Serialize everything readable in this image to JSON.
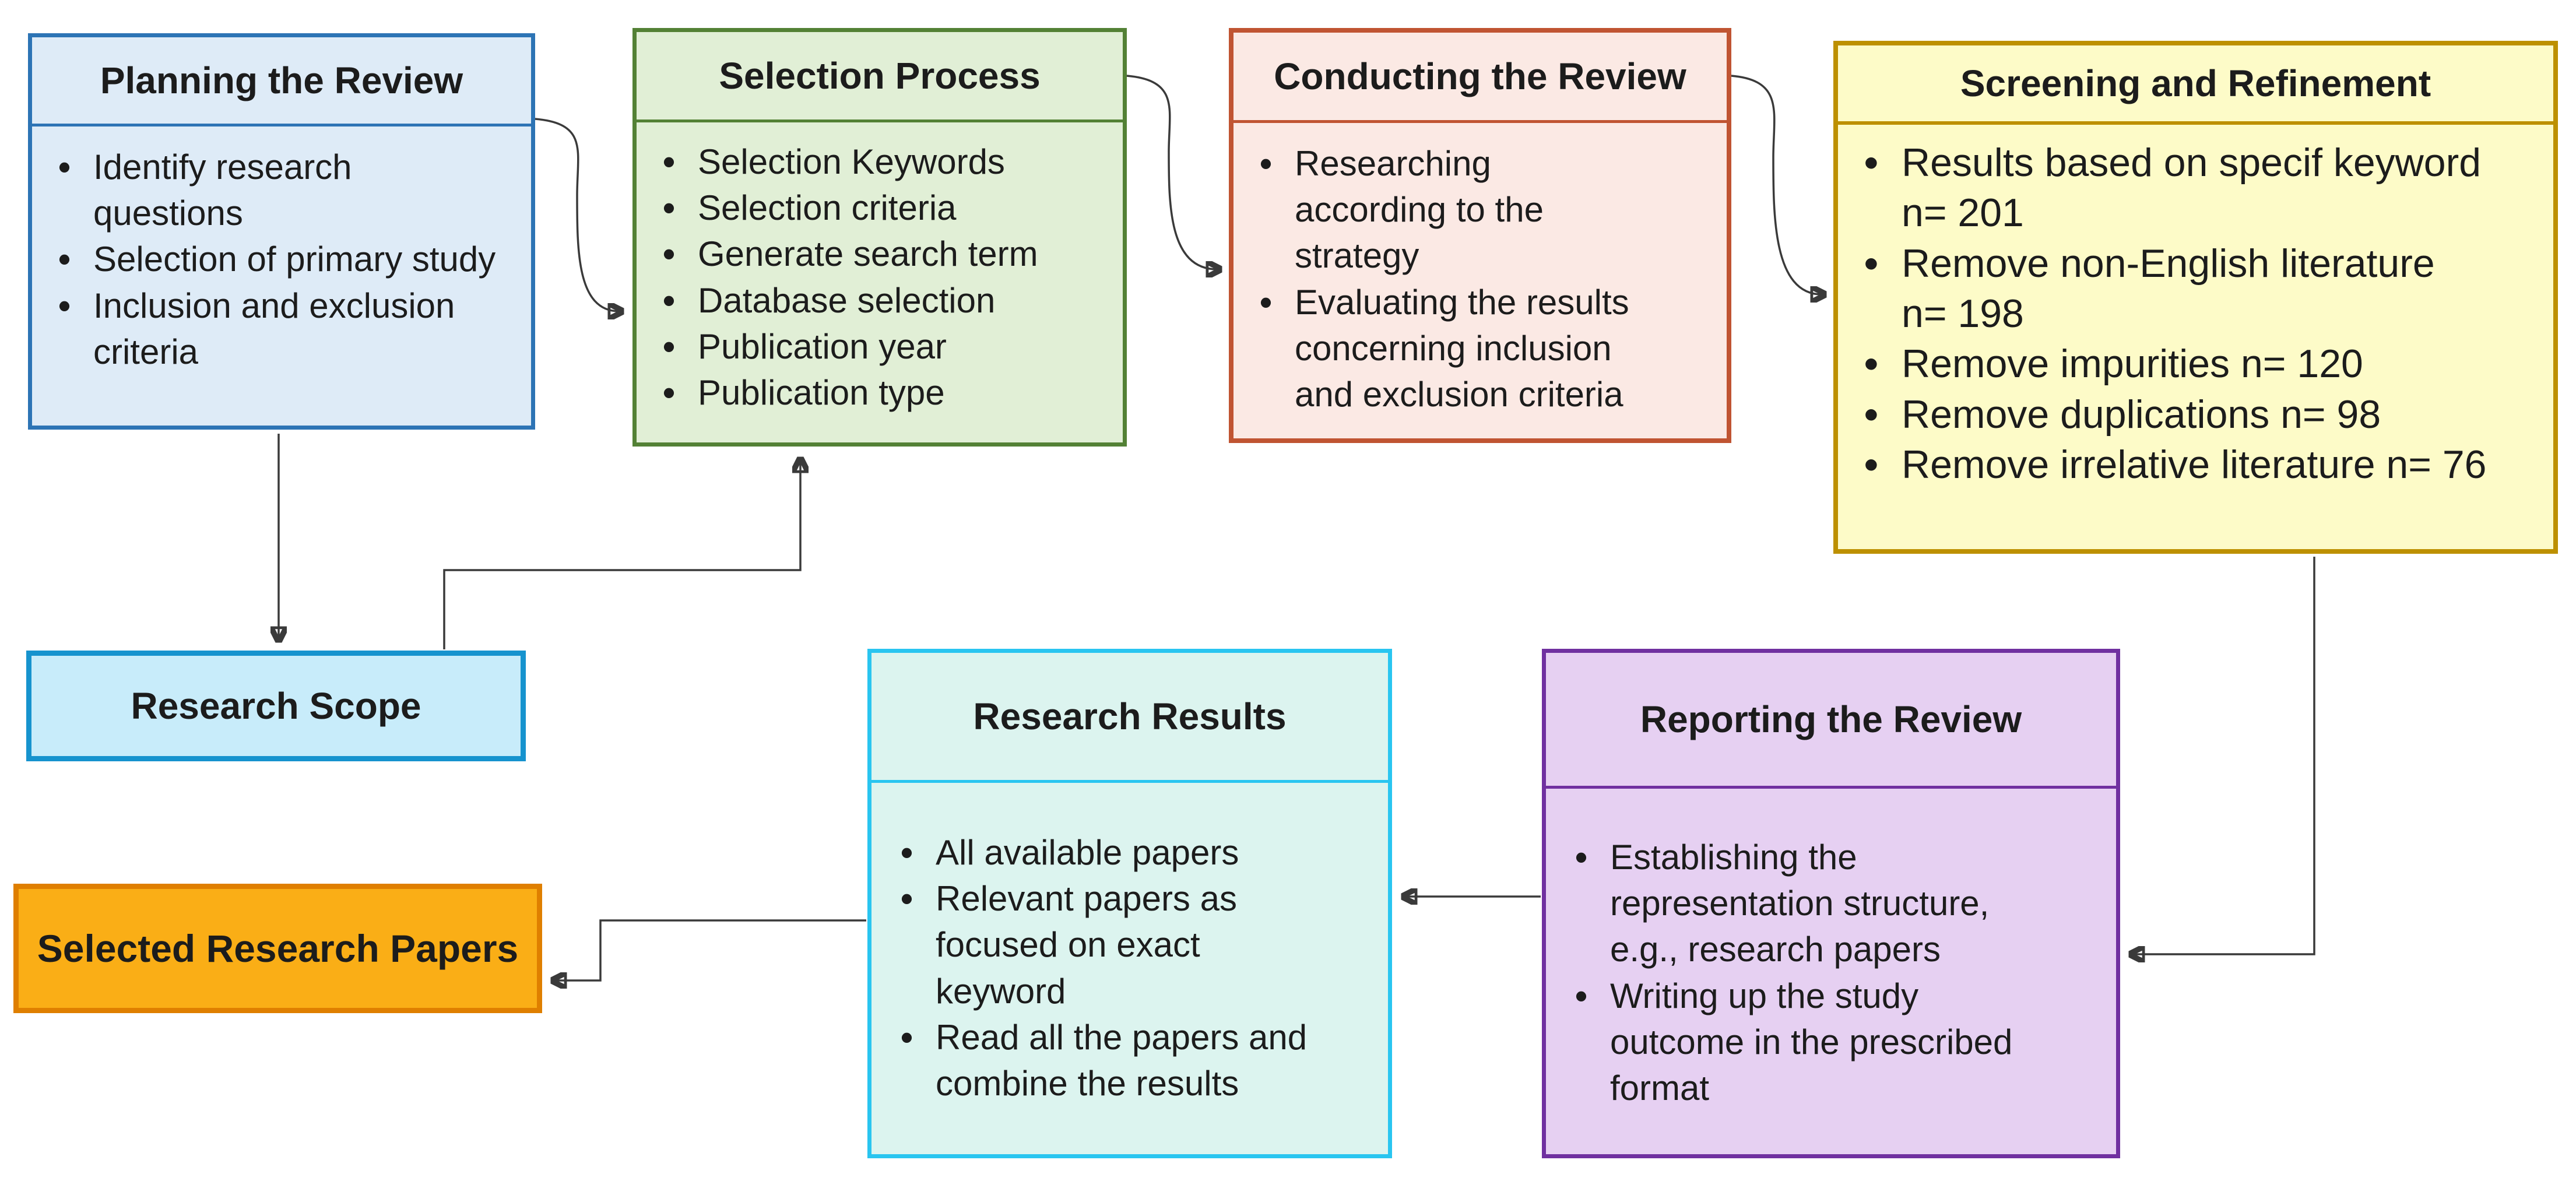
{
  "boxes": {
    "planning": {
      "title": "Planning the Review",
      "items": [
        "Identify research questions",
        "Selection of primary study",
        "Inclusion and exclusion criteria"
      ]
    },
    "selection": {
      "title": "Selection Process",
      "items": [
        "Selection Keywords",
        "Selection criteria",
        "Generate search term",
        "Database selection",
        "Publication year",
        "Publication type"
      ]
    },
    "conducting": {
      "title": "Conducting the Review",
      "items": [
        "Researching according to the strategy",
        "Evaluating the results concerning inclusion and exclusion criteria"
      ]
    },
    "screening": {
      "title": "Screening and Refinement",
      "items": [
        "Results based on specif keyword n= 201",
        "Remove non-English literature n= 198",
        "Remove impurities n= 120",
        "Remove duplications n= 98",
        "Remove irrelative literature n= 76"
      ]
    },
    "research_scope": {
      "title": "Research Scope"
    },
    "research_results": {
      "title": "Research Results",
      "items": [
        "All available papers",
        "Relevant papers as focused on exact keyword",
        "Read all the papers and combine the results"
      ]
    },
    "reporting": {
      "title": "Reporting the Review",
      "items": [
        "Establishing the representation structure, e.g., research papers",
        "Writing up the study outcome in the prescribed format"
      ]
    },
    "selected_papers": {
      "title": "Selected Research Papers"
    }
  },
  "colors": {
    "planning_fill": "#DEEBF7",
    "planning_border": "#2D74B5",
    "selection_fill": "#E1EFD6",
    "selection_border": "#538135",
    "conducting_fill": "#FBE9E4",
    "conducting_border": "#C05432",
    "screening_fill": "#FDFBC8",
    "screening_border": "#BD9000",
    "scope_fill": "#C8ECFA",
    "scope_border": "#1693CE",
    "results_fill": "#DCF4EF",
    "results_border": "#29C5F0",
    "reporting_fill": "#E6D0F2",
    "reporting_border": "#7030A0",
    "selected_fill": "#FAAE16",
    "selected_border": "#DF7F00",
    "connector": "#3A3A3A"
  }
}
